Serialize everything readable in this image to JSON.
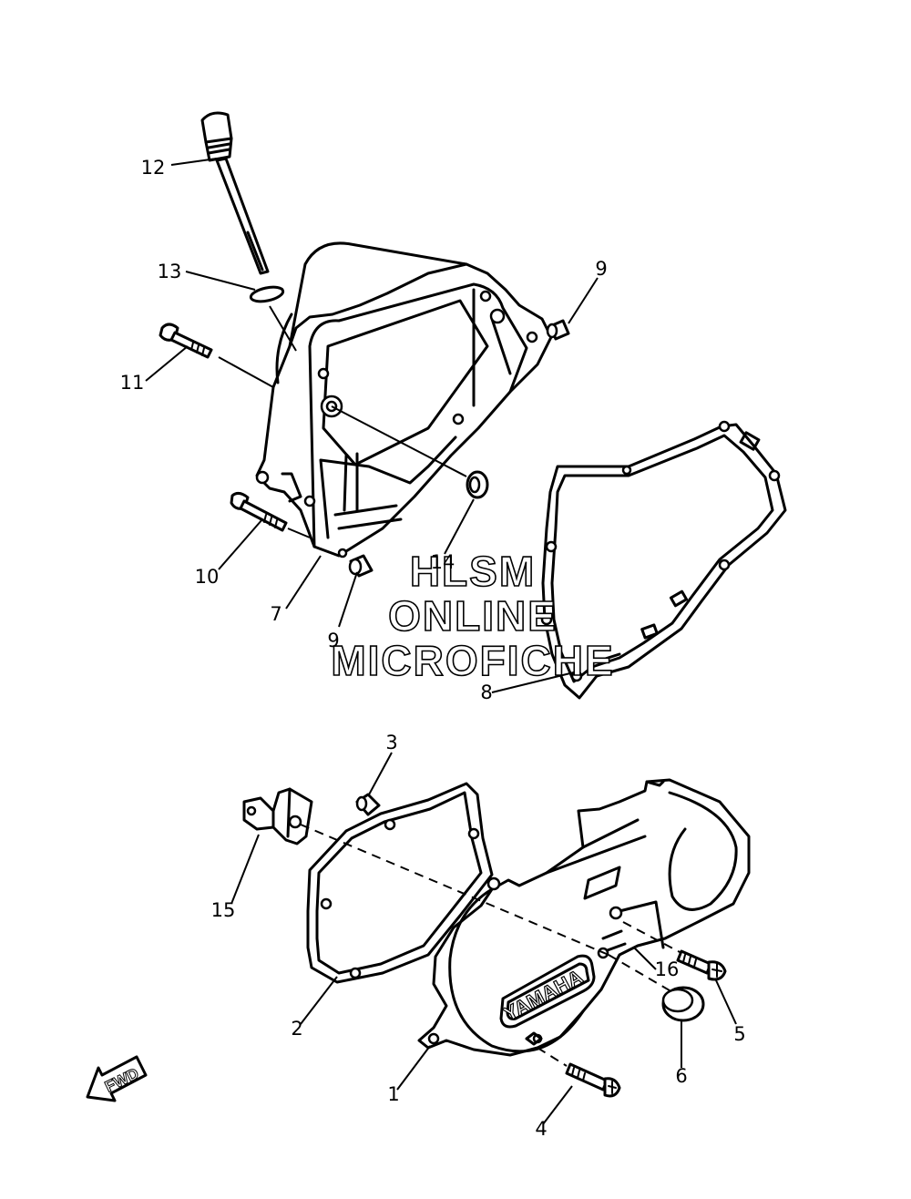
{
  "diagram": {
    "callouts": [
      "1",
      "2",
      "3",
      "4",
      "5",
      "6",
      "7",
      "8",
      "9",
      "9",
      "10",
      "11",
      "12",
      "13",
      "14",
      "15",
      "16"
    ],
    "watermark": {
      "lines": [
        "HLSM",
        "ONLINE",
        "MICROFICHE"
      ]
    },
    "brand_label": "YAMAHA",
    "direction_label": "FWD"
  }
}
